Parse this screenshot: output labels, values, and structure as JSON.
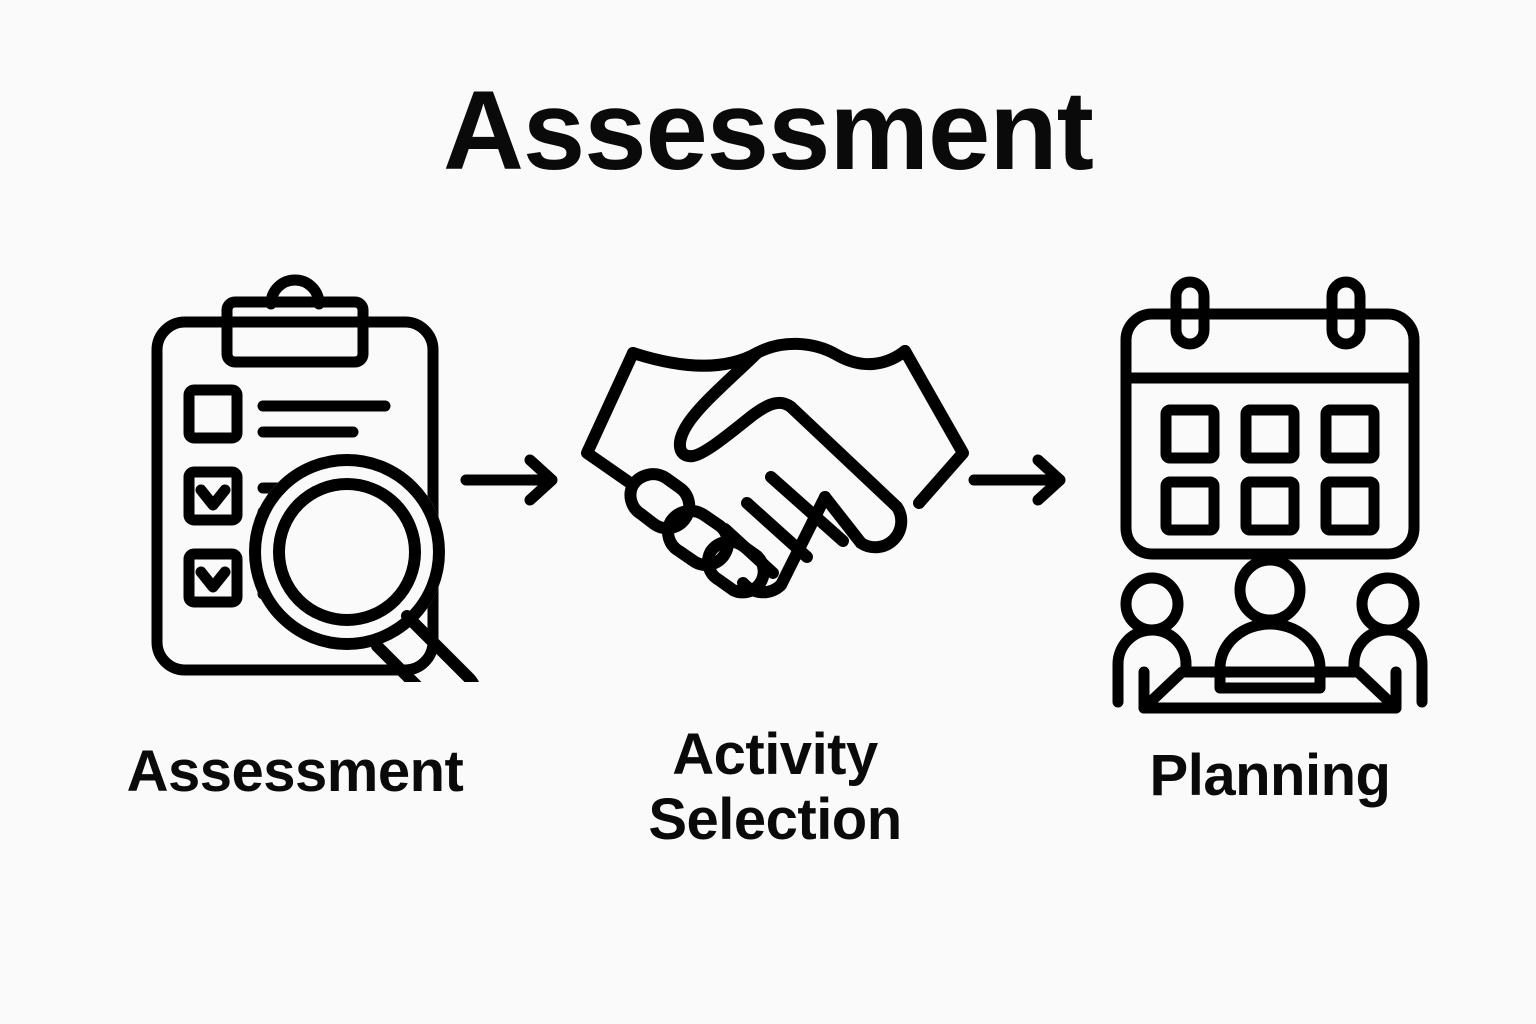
{
  "page": {
    "title": "Assessment",
    "background_color": "#FAFAFA",
    "stroke_color": "#000000",
    "text_color": "#0A0A0A"
  },
  "diagram": {
    "type": "process-flow",
    "orientation": "horizontal",
    "step_count": 3,
    "arrow_count": 2,
    "steps": [
      {
        "id": "assessment",
        "label": "Assessment",
        "icon": "clipboard-checklist-magnifier-icon",
        "icon_parts": [
          "clipboard",
          "clipboard-clip",
          "checkbox-empty",
          "checkbox-checked",
          "checkbox-checked",
          "text-lines",
          "magnifying-glass"
        ],
        "checkbox_states": [
          "unchecked",
          "checked",
          "checked"
        ]
      },
      {
        "id": "activity-selection",
        "label": "Activity\nSelection",
        "label_line_1": "Activity",
        "label_line_2": "Selection",
        "icon": "handshake-icon",
        "icon_parts": [
          "left-hand",
          "right-hand",
          "left-cuff",
          "right-cuff"
        ]
      },
      {
        "id": "planning",
        "label": "Planning",
        "icon": "calendar-meeting-icon",
        "icon_parts": [
          "calendar",
          "calendar-ring",
          "calendar-ring",
          "calendar-day-cells",
          "person-left",
          "person-center",
          "person-right",
          "table"
        ],
        "calendar_day_cells": 6,
        "calendar_rows": 2,
        "calendar_columns": 3,
        "people_count": 3
      }
    ],
    "arrows": [
      {
        "id": "arrow-1",
        "from": "assessment",
        "to": "activity-selection",
        "direction": "right"
      },
      {
        "id": "arrow-2",
        "from": "activity-selection",
        "to": "planning",
        "direction": "right"
      }
    ]
  }
}
